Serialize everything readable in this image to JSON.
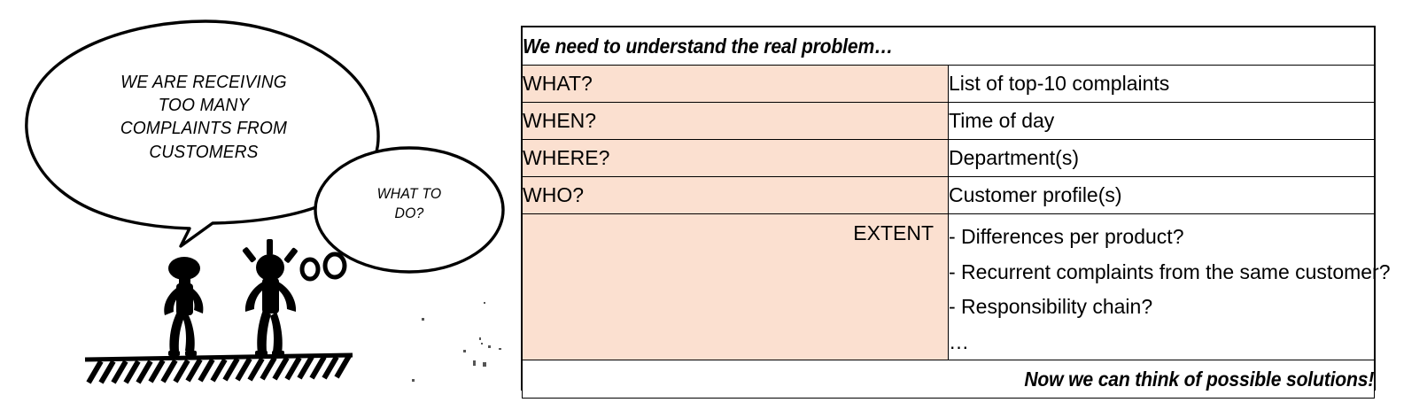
{
  "illustration": {
    "name": "hand-drawn-stick-figures-with-speech-bubbles",
    "big_bubble_text": "WE ARE RECEIVING\nTOO MANY\nCOMPLAINTS FROM\nCUSTOMERS",
    "small_bubble_text": "WHAT TO\nDO?",
    "figures": [
      {
        "name": "person-left-speaking",
        "has_thought_marks": false
      },
      {
        "name": "person-right-thinking",
        "has_thought_marks": true
      }
    ],
    "ground": "hatched-ground-line"
  },
  "table": {
    "header": "We need to understand the real problem…",
    "footer": "Now we can think of possible solutions!",
    "rows": [
      {
        "key": "WHAT?",
        "value": "List of top-10 complaints"
      },
      {
        "key": "WHEN?",
        "value": "Time of day"
      },
      {
        "key": "WHERE?",
        "value": "Department(s)"
      },
      {
        "key": "WHO?",
        "value": "Customer profile(s)"
      }
    ],
    "extent": {
      "key": "EXTENT",
      "lines": [
        "- Differences per product?",
        "- Recurrent complaints from the same customer?",
        "- Responsibility chain?",
        "…"
      ]
    }
  },
  "colors": {
    "key_cell_background": "#fbe0d0",
    "value_cell_background": "#ffffff",
    "border": "#000000",
    "text": "#000000",
    "page_background": "#ffffff"
  }
}
